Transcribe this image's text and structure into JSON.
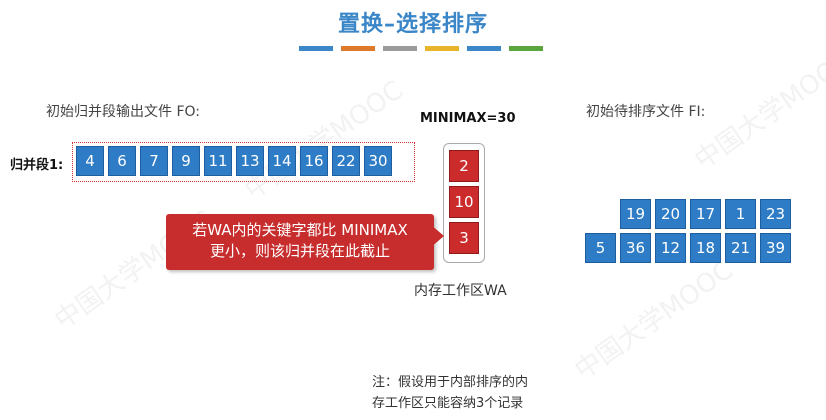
{
  "title": "置换–选择排序",
  "stripe_colors": [
    "#3a86c8",
    "#e07a2b",
    "#9b9b9b",
    "#e8b52a",
    "#3a86c8",
    "#5aa63c"
  ],
  "fo": {
    "label": "初始归并段输出文件 FO:",
    "segment_label": "归并段1:",
    "values": [
      "4",
      "6",
      "7",
      "9",
      "11",
      "13",
      "14",
      "16",
      "22",
      "30"
    ]
  },
  "minimax": "MINIMAX=30",
  "wa": {
    "values": [
      "2",
      "10",
      "3"
    ],
    "label": "内存工作区WA"
  },
  "callout": {
    "line1": "若WA内的关键字都比 MINIMAX",
    "line2": "更小，则该归并段在此截止"
  },
  "fi": {
    "label": "初始待排序文件 FI:",
    "row1": [
      "19",
      "20",
      "17",
      "1",
      "23"
    ],
    "row2": [
      "5",
      "36",
      "12",
      "18",
      "21",
      "39"
    ]
  },
  "note": {
    "line1": "注：假设用于内部排序的内",
    "line2": "存工作区只能容纳3个记录"
  },
  "colors": {
    "title": "#3a86c8",
    "fo_cell": "#2d7cc5",
    "wa_cell": "#cc2b2b",
    "callout": "#c72d2d"
  }
}
